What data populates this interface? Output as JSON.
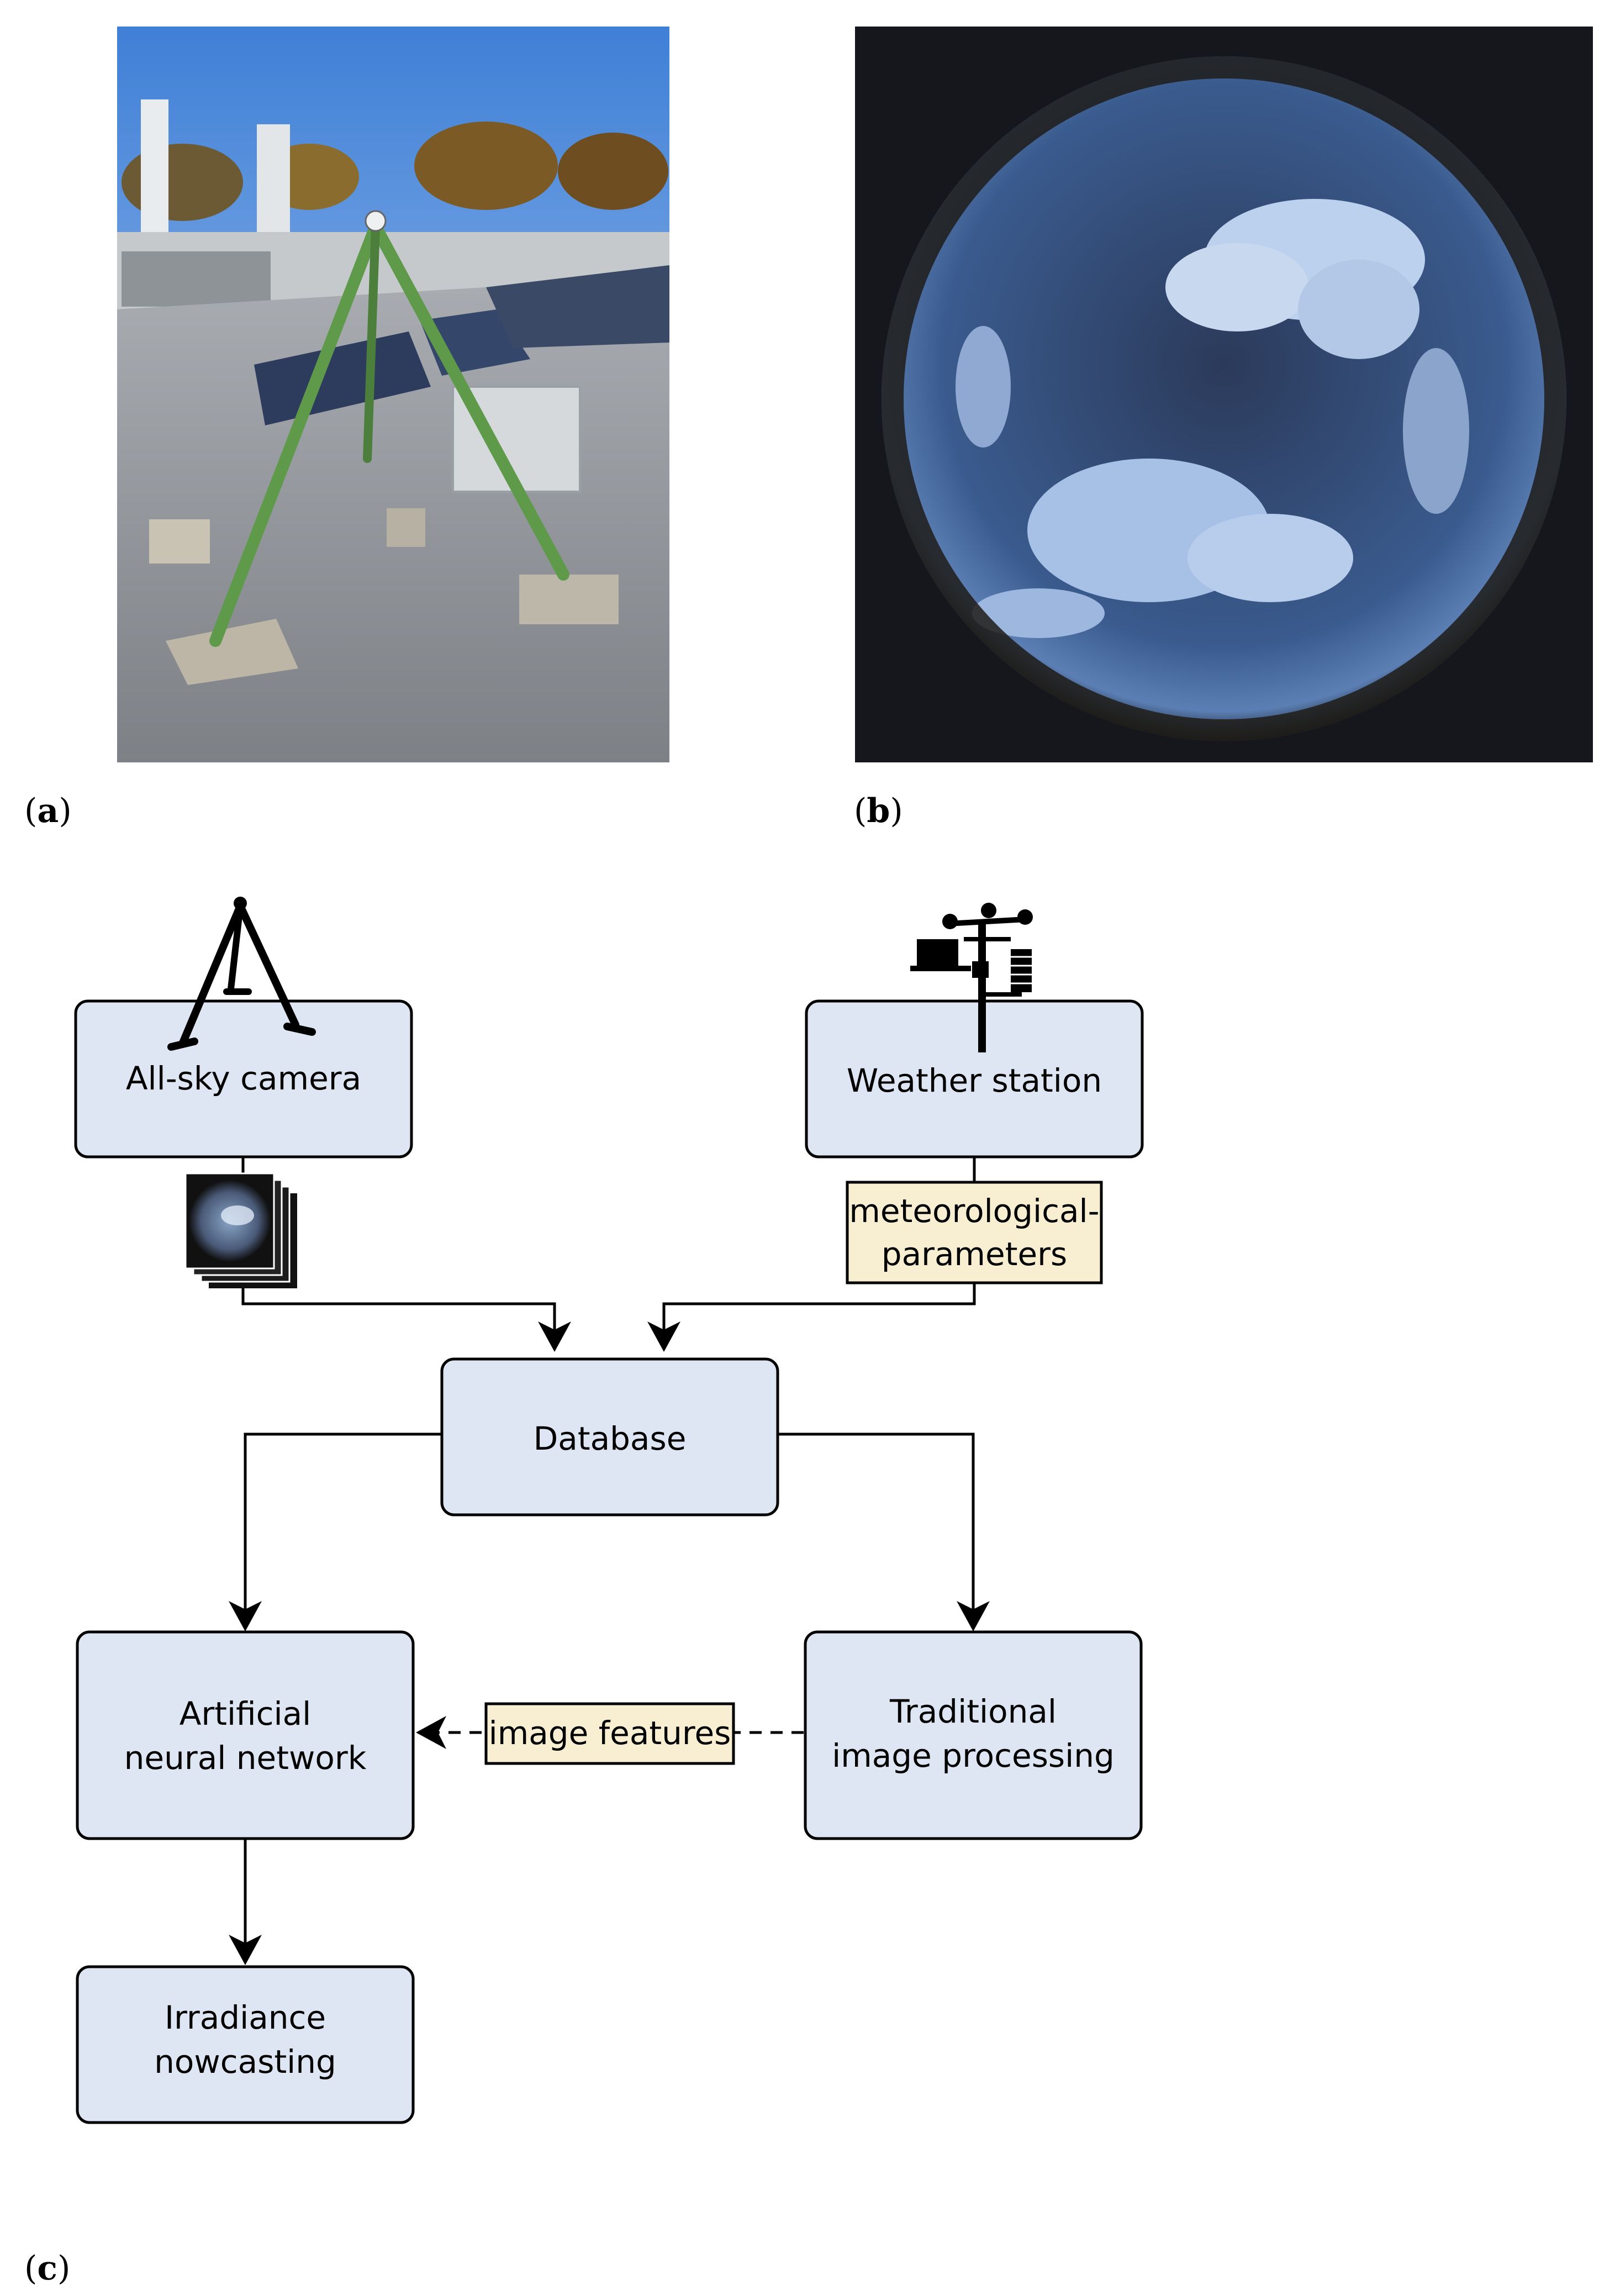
{
  "panels": {
    "a": {
      "label_letter": "a",
      "image_name": "all-sky camera tripod on rooftop with solar panels"
    },
    "b": {
      "label_letter": "b",
      "image_name": "fisheye all-sky image with clouds"
    },
    "c": {
      "label_letter": "c"
    }
  },
  "diagram": {
    "nodes": {
      "camera": {
        "lines": [
          "All-sky camera"
        ]
      },
      "weather": {
        "lines": [
          "Weather station"
        ]
      },
      "database": {
        "lines": [
          "Database"
        ]
      },
      "ann": {
        "lines": [
          "Artificial",
          "neural network"
        ]
      },
      "traditional": {
        "lines": [
          "Traditional",
          "image processing"
        ]
      },
      "nowcast": {
        "lines": [
          "Irradiance",
          "nowcasting"
        ]
      }
    },
    "tags": {
      "meteo": {
        "lines": [
          "meteorological-",
          "parameters"
        ]
      },
      "features": {
        "lines": [
          "image features"
        ]
      }
    },
    "icons": [
      "tripod-icon",
      "weather-station-icon",
      "image-stack-icon"
    ]
  },
  "colors": {
    "node_fill": "#dfe6f3",
    "tag_fill": "#f8efd3",
    "sky_top": "#3f7fd6",
    "sky_bottom": "#bcd6f5",
    "tripod_green": "#5e9a4a"
  }
}
